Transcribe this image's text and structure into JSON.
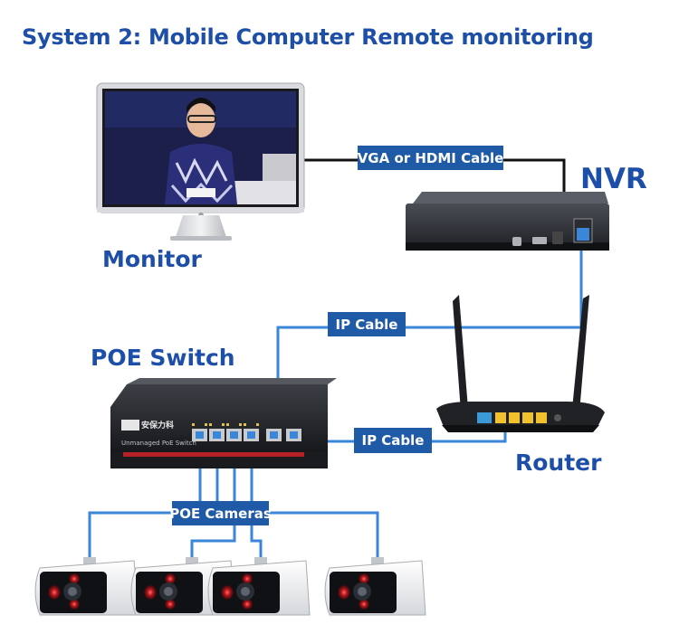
{
  "title": "System 2: Mobile  Computer Remote monitoring",
  "devices": {
    "monitor": "Monitor",
    "nvr": "NVR",
    "poe_switch": "POE Switch",
    "router": "Router"
  },
  "cables": {
    "vga_hdmi": "VGA or HDMI Cable",
    "ip_cable_top": "IP Cable",
    "ip_cable_router": "IP Cable",
    "poe_cameras": "POE Cameras"
  },
  "switch_panel": {
    "brand": "安保力科",
    "model": "Unmanaged PoE Switch"
  },
  "colors": {
    "label_blue": "#1e4fa8",
    "tag_blue": "#1f5aa6",
    "cable_blue": "#3a86d8"
  }
}
